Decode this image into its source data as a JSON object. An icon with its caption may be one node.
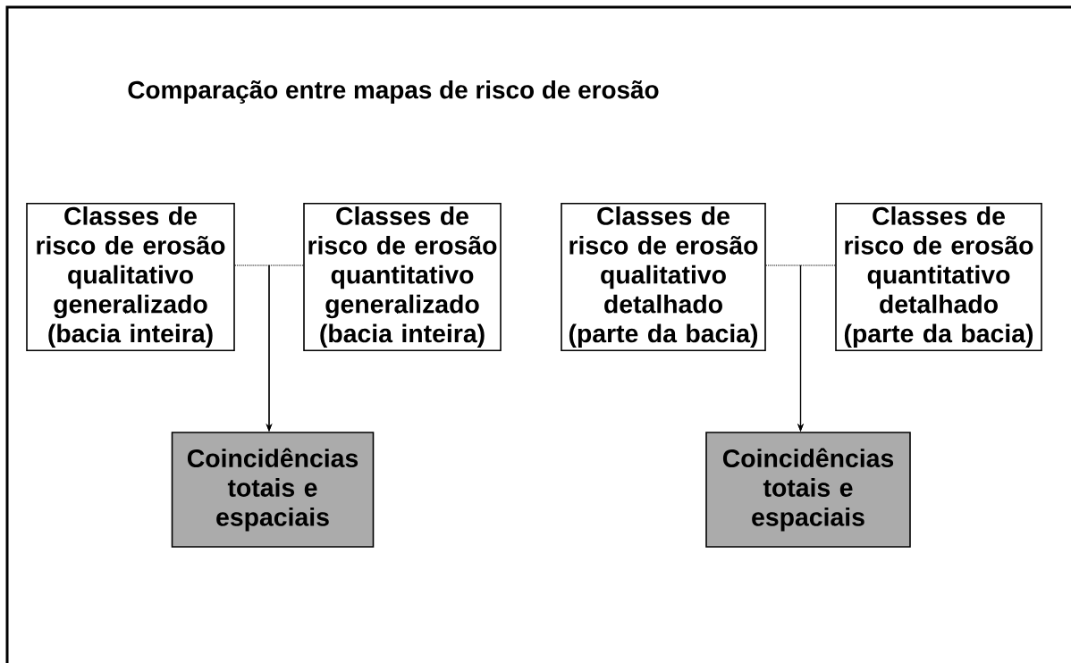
{
  "diagram": {
    "title": "Comparação entre mapas de risco de erosão",
    "nodes": [
      {
        "text": [
          "Classes de risco de erosão qualitativo generalizado (bacia inteira)"
        ]
      },
      {
        "text": [
          "Classes de risco de erosão quantitativo generalizado (bacia inteira)"
        ]
      },
      {
        "text": [
          "Classes de risco de erosão qualitativo detalhado (parte da bacia)"
        ]
      },
      {
        "text": [
          "Classes de risco de erosão quantitativo detalhado (parte da bacia)"
        ]
      },
      {
        "text": [
          "Coincidências totais e espaciais"
        ]
      },
      {
        "text": [
          "Coincidências totais e espaciais"
        ]
      }
    ],
    "edges": [
      {
        "from": 0,
        "to": 4,
        "arrow": "to"
      },
      {
        "from": 1,
        "to": 4,
        "arrow": "to"
      },
      {
        "from": 2,
        "to": 5,
        "arrow": "to"
      },
      {
        "from": 3,
        "to": 5,
        "arrow": "to"
      }
    ]
  }
}
